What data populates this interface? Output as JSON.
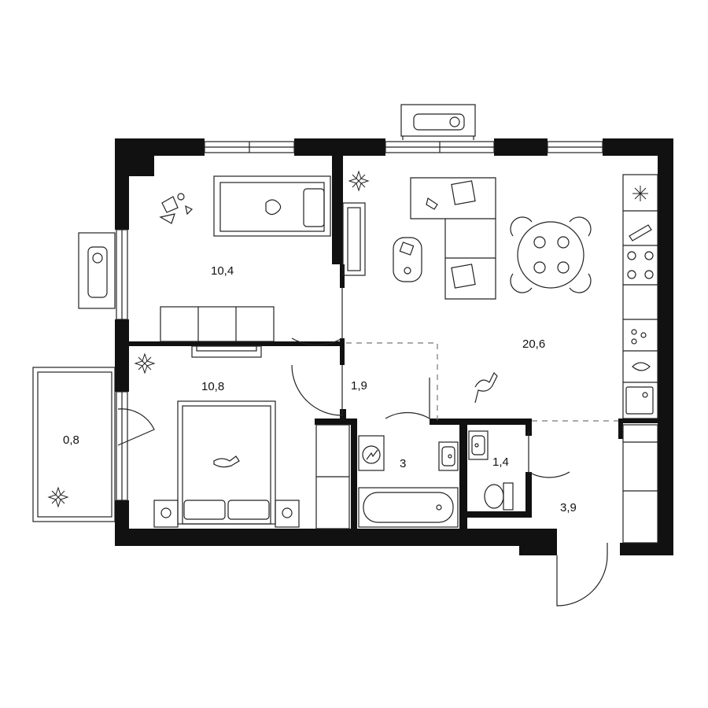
{
  "rooms": {
    "bedroom_1": {
      "area": "10,4"
    },
    "bedroom_2": {
      "area": "10,8"
    },
    "balcony": {
      "area": "0,8"
    },
    "corridor": {
      "area": "1,9"
    },
    "living_kitchen": {
      "area": "20,6"
    },
    "bathroom": {
      "area": "3"
    },
    "toilet": {
      "area": "1,4"
    },
    "hall": {
      "area": "3,9"
    }
  }
}
